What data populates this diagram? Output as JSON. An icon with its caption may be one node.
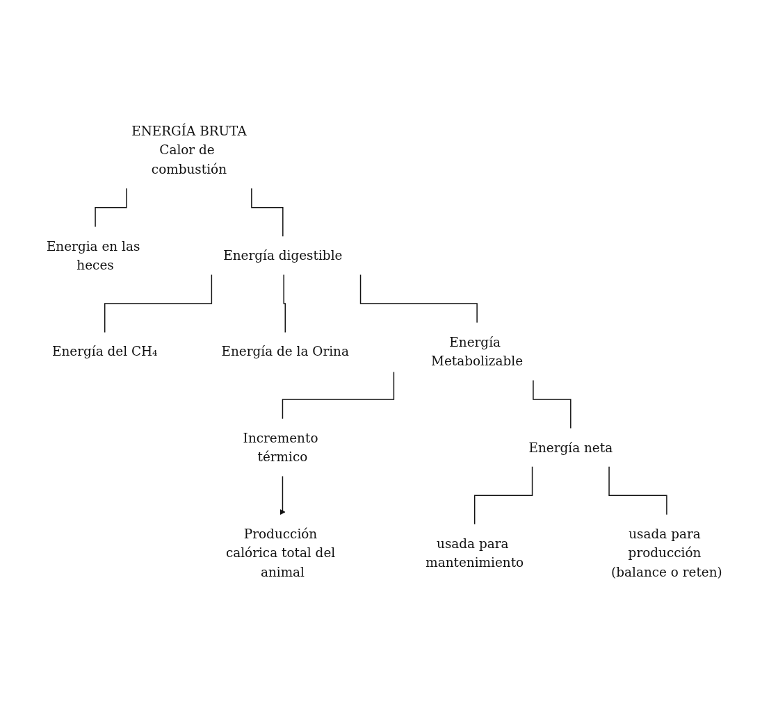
{
  "diagram": {
    "nodes": [
      {
        "text": [
          "ENERGÍA BRUTA",
          "Calor de combustión"
        ]
      },
      {
        "text": [
          "Energia en las heces"
        ]
      },
      {
        "text": [
          "Energía digestible"
        ]
      },
      {
        "text": [
          "Energía del CH₄"
        ]
      },
      {
        "text": [
          "Energía de la Orina"
        ]
      },
      {
        "text": [
          "Energía Metabolizable"
        ]
      },
      {
        "text": [
          "Incremento térmico"
        ]
      },
      {
        "text": [
          "Energía neta"
        ]
      },
      {
        "text": [
          "usada para mantenimiento"
        ]
      },
      {
        "text": [
          "usada para producción (balance o reten)"
        ]
      },
      {
        "text": [
          "Producción calórica total del animal"
        ]
      }
    ],
    "edges": [
      {
        "from": 0,
        "to": 1,
        "arrow": "none"
      },
      {
        "from": 0,
        "to": 2,
        "arrow": "none"
      },
      {
        "from": 2,
        "to": 3,
        "arrow": "none"
      },
      {
        "from": 2,
        "to": 4,
        "arrow": "none"
      },
      {
        "from": 2,
        "to": 5,
        "arrow": "none"
      },
      {
        "from": 5,
        "to": 6,
        "arrow": "none"
      },
      {
        "from": 5,
        "to": 7,
        "arrow": "none"
      },
      {
        "from": 7,
        "to": 8,
        "arrow": "none"
      },
      {
        "from": 7,
        "to": 9,
        "arrow": "none"
      },
      {
        "from": 6,
        "to": 10,
        "arrow": "to"
      }
    ]
  }
}
